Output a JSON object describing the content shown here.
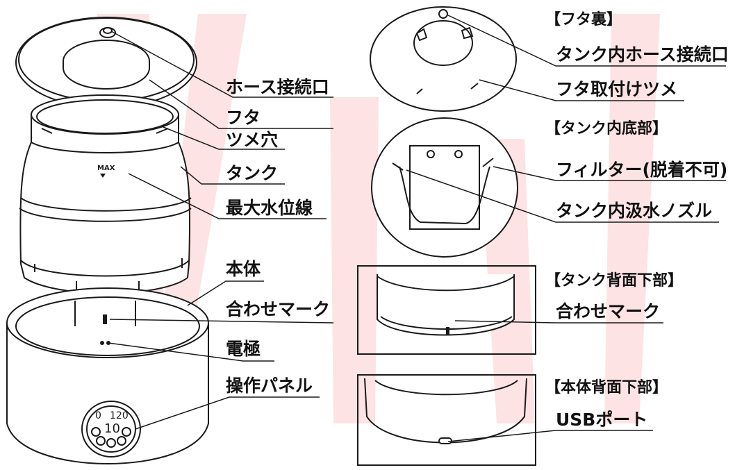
{
  "watermark": {
    "text": "W",
    "color": "#fde3e3"
  },
  "colors": {
    "line": "#1a1a1a",
    "fill": "#ffffff",
    "accent": "#fde3e3"
  },
  "labels": {
    "hose_port": "ホース接続口",
    "lid": "フタ",
    "tab_hole": "ツメ穴",
    "tank": "タンク",
    "max_line": "最大水位線",
    "body": "本体",
    "align_mark": "合わせマーク",
    "electrode": "電極",
    "panel": "操作パネル"
  },
  "right": {
    "lid_back": "【フタ裏】",
    "tank_hose_port": "タンク内ホース接続口",
    "lid_tab": "フタ取付けツメ",
    "tank_bottom": "【タンク内底部】",
    "filter": "フィルター(脱着不可)",
    "nozzle": "タンク内汲水ノズル",
    "tank_back_bottom": "【タンク背面下部】",
    "align_mark2": "合わせマーク",
    "body_back_bottom": "【本体背面下部】",
    "usb": "USBポート"
  },
  "product_marks": {
    "max": "MAX",
    "panel_0": "0",
    "panel_120": "120",
    "panel_10": "10"
  }
}
